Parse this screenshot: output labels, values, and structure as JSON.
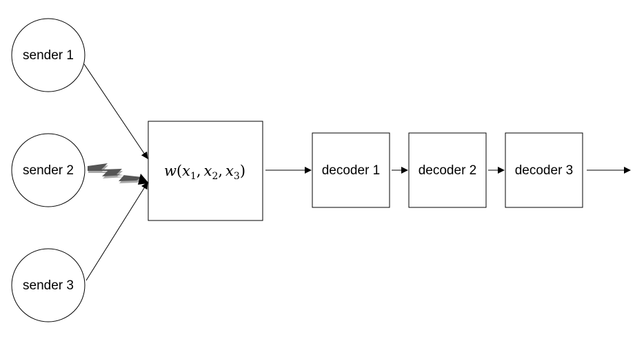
{
  "senders": [
    {
      "label": "sender 1"
    },
    {
      "label": "sender 2"
    },
    {
      "label": "sender 3"
    }
  ],
  "channel": {
    "function": "w",
    "open_paren": "(",
    "close_paren": ")",
    "separator": ",",
    "variables": [
      {
        "base": "x",
        "sub": "1"
      },
      {
        "base": "x",
        "sub": "2"
      },
      {
        "base": "x",
        "sub": "3"
      }
    ]
  },
  "decoders": [
    {
      "label": "decoder 1"
    },
    {
      "label": "decoder 2"
    },
    {
      "label": "decoder 3"
    }
  ],
  "colors": {
    "stroke": "#000000",
    "lightning_fill": "#555555",
    "lightning_shadow": "#a8a8a8"
  },
  "icons": {
    "interference": "lightning-bolt-icon"
  }
}
